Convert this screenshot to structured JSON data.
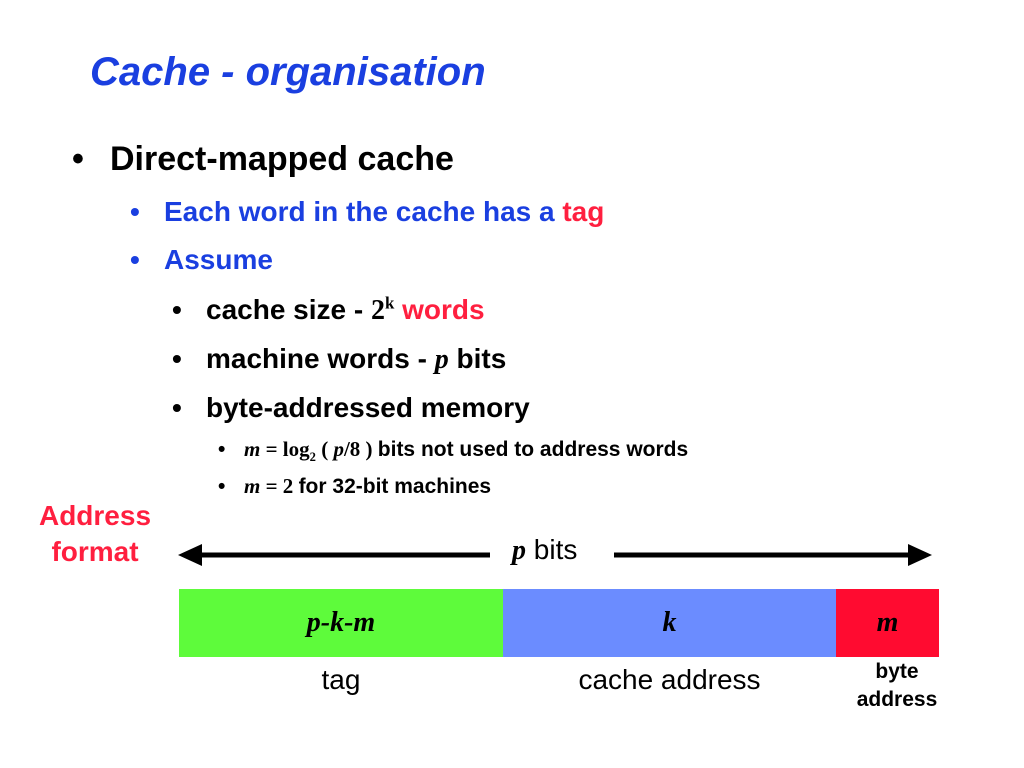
{
  "title": "Cache - organisation",
  "bullets": {
    "direct_mapped": "Direct-mapped cache",
    "each_word_prefix": "Each word in the cache has a ",
    "each_word_tag": "tag",
    "assume": "Assume",
    "cache_size_prefix": "cache size - ",
    "cache_size_base": "2",
    "cache_size_exp": "k",
    "cache_size_words": "words",
    "machine_words_prefix": "machine words - ",
    "machine_words_var": "p",
    "machine_words_suffix": "bits",
    "byte_addressed": "byte-addressed memory",
    "m_def_var": "m",
    "m_def_eq": " = log",
    "m_def_sub": "2",
    "m_def_paren_open": " ( ",
    "m_def_p": "p",
    "m_def_div": "/8 ) ",
    "m_def_suffix": "bits not used to address words",
    "m32_var": "m",
    "m32_eq": " = 2 ",
    "m32_suffix": "for 32-bit machines"
  },
  "address_format": {
    "label": "Address format",
    "width_var": "p",
    "width_suffix": "bits",
    "segments": [
      {
        "label": "p-k-m",
        "caption": "tag",
        "color": "#5efb3b"
      },
      {
        "label": "k",
        "caption": "cache address",
        "color": "#6b8cff"
      },
      {
        "label": "m",
        "caption": "byte address",
        "color": "#ff0b30"
      }
    ]
  },
  "colors": {
    "title_blue": "#1a3fe0",
    "accent_red": "#ff1f3f"
  }
}
